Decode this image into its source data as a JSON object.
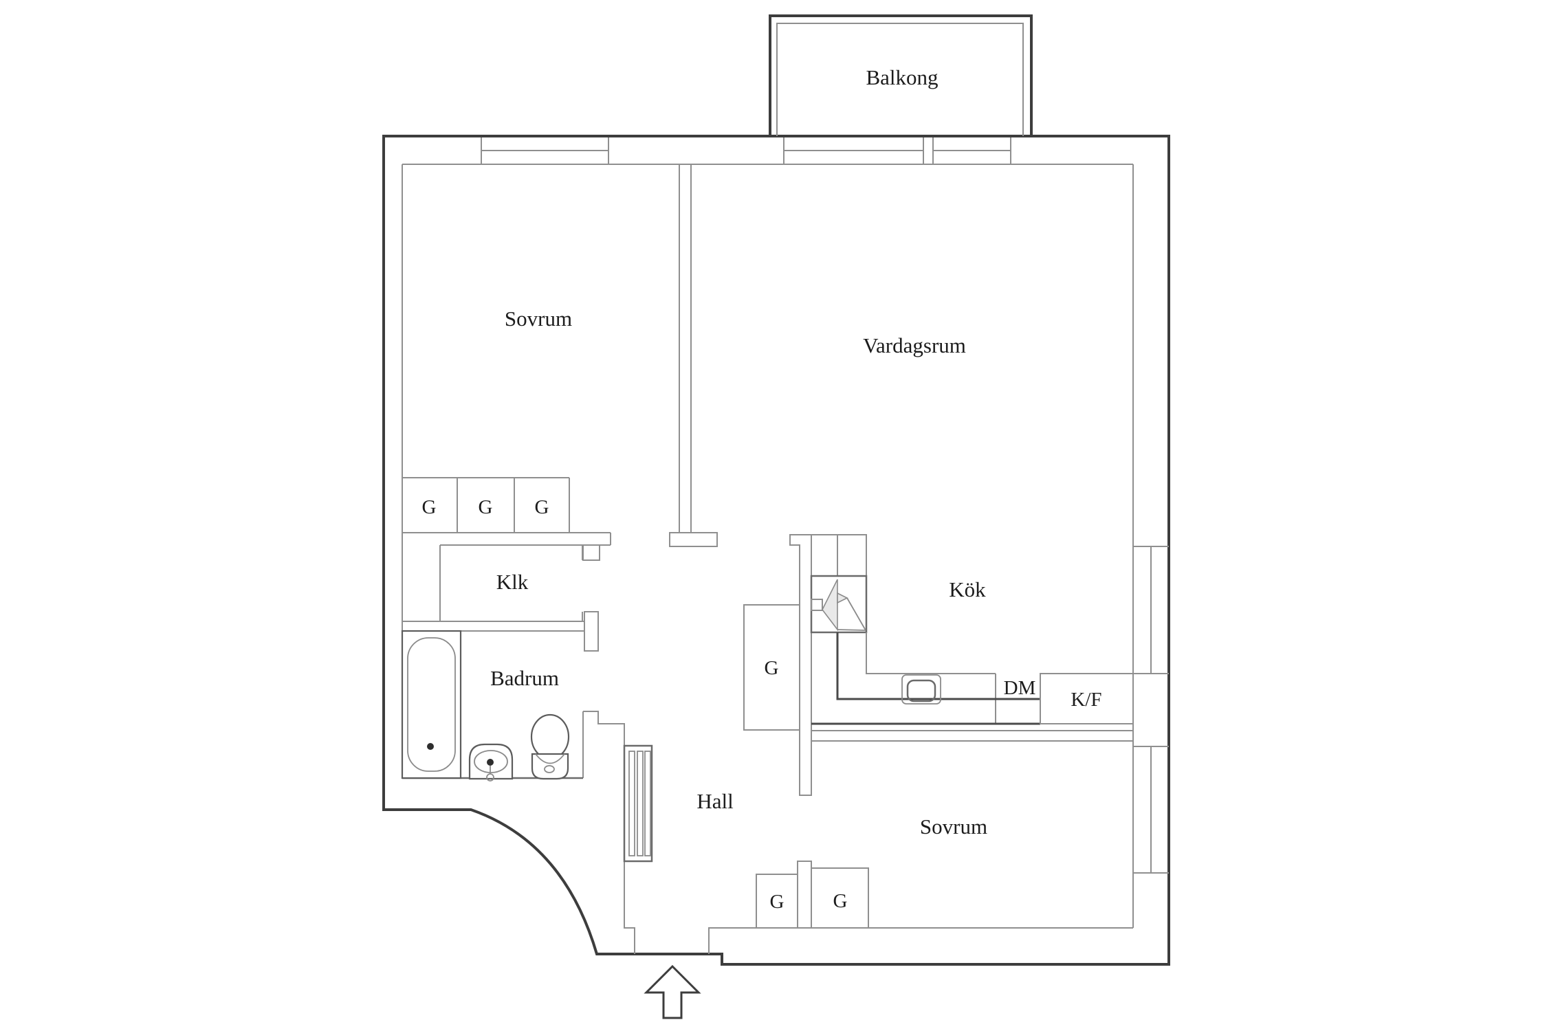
{
  "plan": {
    "type": "apartment-floor-plan",
    "colors": {
      "background": "#ffffff",
      "outer_wall": "#3d3d3d",
      "inner_line": "#8f8f8f",
      "fixture_line": "#5c5c5c",
      "stove_fan_fill": "#e9e9e9",
      "label_text": "#1c1c1c"
    },
    "labels": {
      "balcony": "Balkong",
      "bedroom1": "Sovrum",
      "living_room": "Vardagsrum",
      "bedroom1_closet1": "G",
      "bedroom1_closet2": "G",
      "bedroom1_closet3": "G",
      "walk_in_closet": "Klk",
      "bathroom": "Badrum",
      "hall_closet_upper": "G",
      "kitchen": "Kök",
      "dishwasher": "DM",
      "fridge_freezer": "K/F",
      "hall": "Hall",
      "bedroom2": "Sovrum",
      "hall_closet_lower": "G",
      "bedroom2_closet": "G"
    }
  }
}
